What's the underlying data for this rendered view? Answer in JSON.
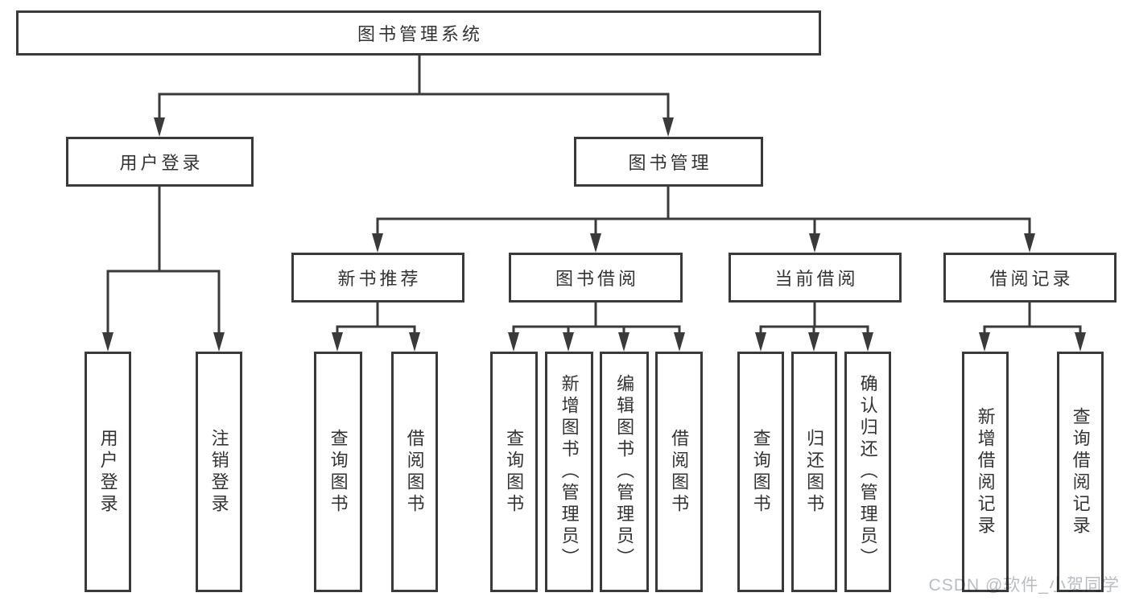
{
  "diagram": {
    "root": {
      "label": "图书管理系统"
    },
    "branches": [
      {
        "label": "用户登录"
      },
      {
        "label": "图书管理"
      }
    ],
    "categories": [
      {
        "label": "新书推荐"
      },
      {
        "label": "图书借阅"
      },
      {
        "label": "当前借阅"
      },
      {
        "label": "借阅记录"
      }
    ],
    "leaves": {
      "user_login": [
        {
          "label": "用户登录"
        },
        {
          "label": "注销登录"
        }
      ],
      "new_books": [
        {
          "label": "查询图书"
        },
        {
          "label": "借阅图书"
        }
      ],
      "book_borrowing": [
        {
          "label": "查询图书"
        },
        {
          "label": "新增图书（管理员）"
        },
        {
          "label": "编辑图书（管理员）"
        },
        {
          "label": "借阅图书"
        }
      ],
      "current_borrowing": [
        {
          "label": "查询图书"
        },
        {
          "label": "归还图书"
        },
        {
          "label": "确认归还（管理员）"
        }
      ],
      "borrowing_records": [
        {
          "label": "新增借阅记录"
        },
        {
          "label": "查询借阅记录"
        }
      ]
    }
  },
  "watermark": {
    "text": "CSDN @软件_小贺同学"
  },
  "colors": {
    "line": "#3a3a3a",
    "text": "#333333",
    "background": "#ffffff",
    "watermark": "#b9bdc1"
  }
}
